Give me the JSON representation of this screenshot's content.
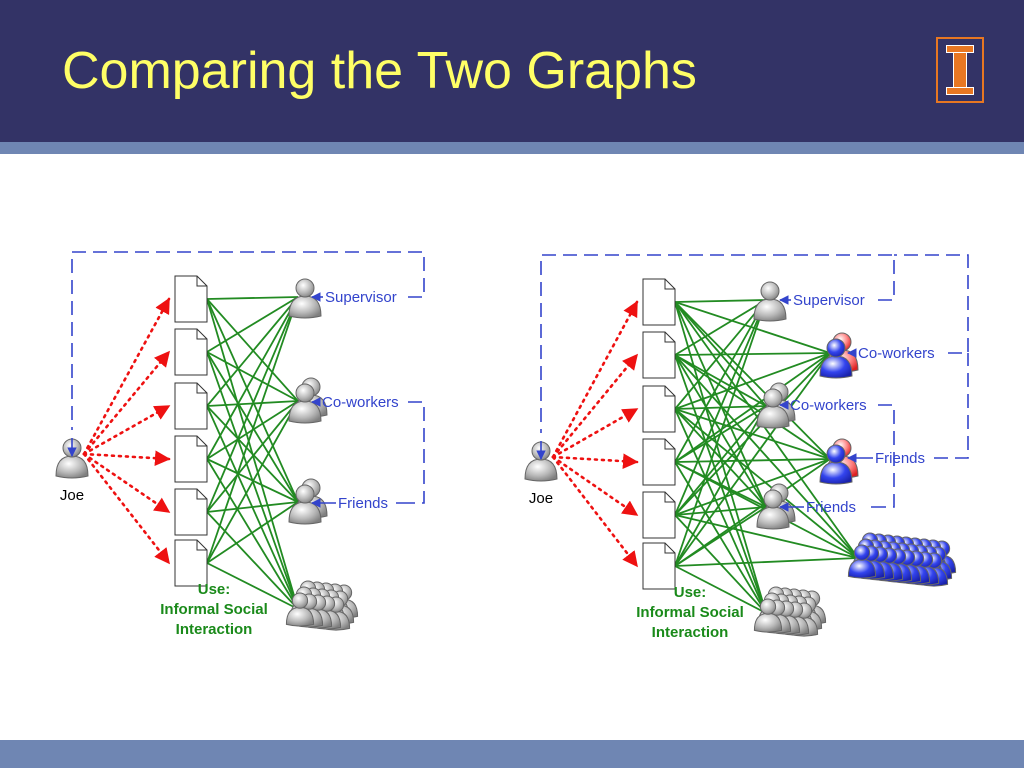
{
  "slide": {
    "title": "Comparing the Two Graphs",
    "colors": {
      "header_bg": "#333366",
      "title_text": "#ffff66",
      "stripe": "#6f86b3",
      "logo_accent": "#e87722",
      "edge_green": "#228b22",
      "edge_red": "#ee1111",
      "edge_blue": "#3344cc",
      "label_green": "#1a8a1a",
      "group_blue": "#2233dd",
      "group_red": "#ee4444"
    },
    "logo_icon": "university-i-block-logo-icon"
  },
  "left_graph": {
    "user_label": "Joe",
    "use_label": [
      "Use:",
      "Informal Social",
      "Interaction"
    ],
    "groups": [
      "Supervisor",
      "Co-workers",
      "Friends"
    ]
  },
  "right_graph": {
    "user_label": "Joe",
    "use_label": [
      "Use:",
      "Informal Social",
      "Interaction"
    ],
    "groups": [
      "Supervisor",
      "Co-workers",
      "Co-workers",
      "Friends",
      "Friends"
    ]
  }
}
